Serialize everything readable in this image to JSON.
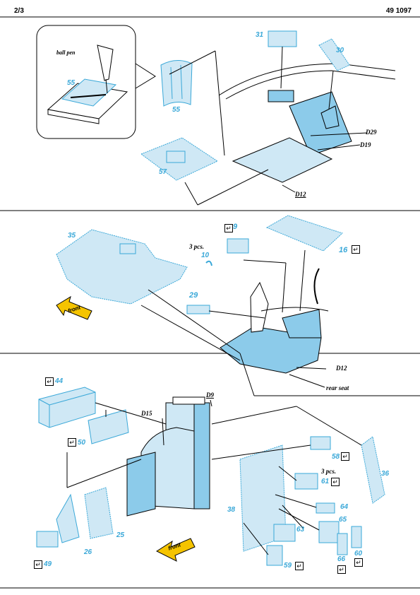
{
  "header": {
    "page": "2/3",
    "code": "49 1097"
  },
  "panel1": {
    "inset_note": "ball pen",
    "parts": [
      "55",
      "55",
      "57",
      "31",
      "30"
    ],
    "refs": [
      "D29",
      "D19",
      "D12"
    ]
  },
  "panel2": {
    "parts": [
      "35",
      "9",
      "10",
      "29",
      "16"
    ],
    "qty": "3 pcs.",
    "front": "front",
    "refs": [
      "D12"
    ],
    "rear": "rear seat"
  },
  "panel3": {
    "parts": [
      "44",
      "50",
      "26",
      "25",
      "49",
      "38",
      "58",
      "61",
      "64",
      "65",
      "63",
      "66",
      "60",
      "59",
      "36"
    ],
    "qty": "3 pcs.",
    "front": "front",
    "refs": [
      "D9",
      "D15"
    ]
  },
  "colors": {
    "part_fill": "#cfe8f5",
    "part_stroke": "#3aa8d8",
    "body_fill": "#8ccbea"
  }
}
